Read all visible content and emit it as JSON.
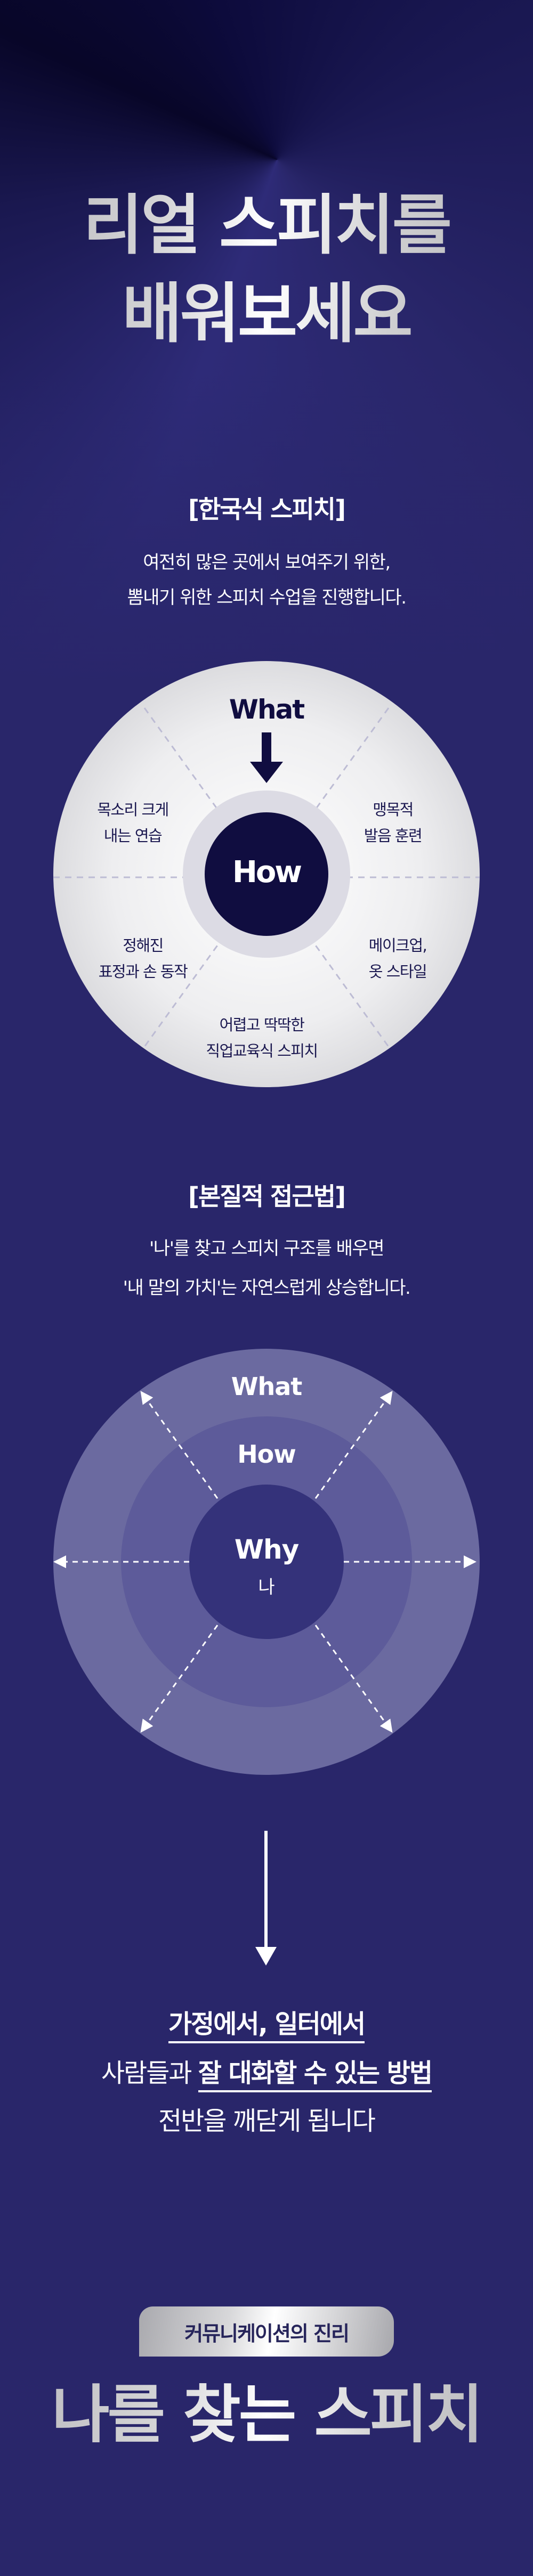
{
  "hero": {
    "line1": "리얼 스피치를",
    "line2": "배워보세요"
  },
  "korean_speech": {
    "title": "[한국식 스피치]",
    "desc1": "여전히 많은 곳에서 보여주기 위한,",
    "desc2": "뽐내기 위한 스피치 수업을 진행합니다.",
    "what": "What",
    "how": "How",
    "items": [
      {
        "l1": "목소리 크게",
        "l2": "내는 연습"
      },
      {
        "l1": "맹목적",
        "l2": "발음 훈련"
      },
      {
        "l1": "정해진",
        "l2": "표정과 손 동작"
      },
      {
        "l1": "메이크업,",
        "l2": "옷 스타일"
      },
      {
        "l1": "어렵고 딱딱한",
        "l2": "직업교육식 스피치"
      }
    ]
  },
  "essential": {
    "title": "[본질적 접근법]",
    "desc1": "'나'를 찾고 스피치 구조를 배우면",
    "desc2": "'내 말의 가치'는 자연스럽게 상승합니다.",
    "what": "What",
    "how": "How",
    "why": "Why",
    "me": "나"
  },
  "result": {
    "line1": "가정에서, 일터에서",
    "line2_plain": "사람들과 ",
    "line2_bold": "잘 대화할 수 있는 방법",
    "line3": "전반을 깨닫게 됩니다"
  },
  "closing": {
    "badge": "커뮤니케이션의 진리",
    "title": "나를 찾는 스피치"
  },
  "colors": {
    "bg": "#29266a",
    "navy": "#100d40",
    "ring_outer": "#6b6aa0",
    "ring_mid": "#5d5b9a",
    "ring_inner": "#34327a"
  }
}
